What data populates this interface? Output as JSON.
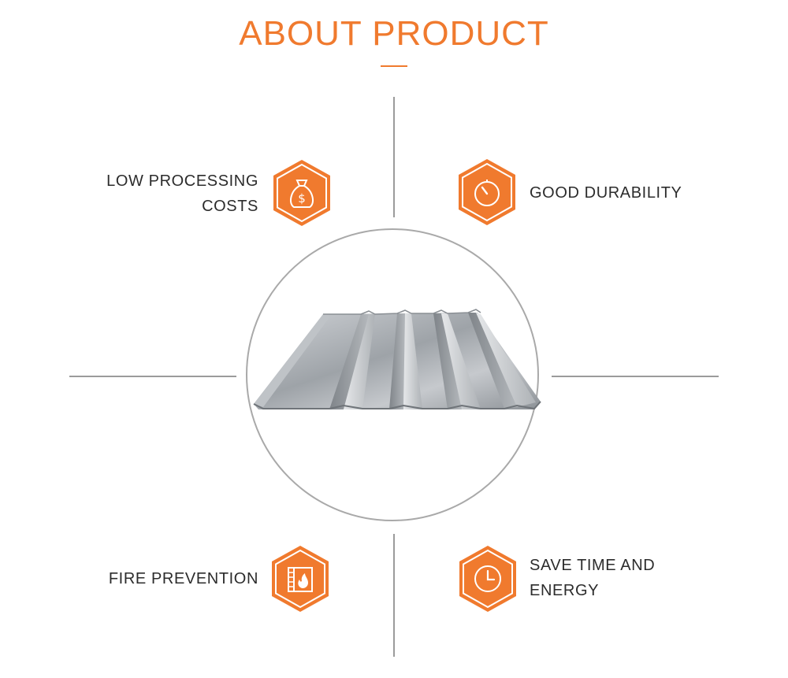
{
  "header": {
    "title": "ABOUT PRODUCT"
  },
  "features": [
    {
      "lines": [
        "LOW PROCESSING",
        "COSTS"
      ],
      "icon": "money-bag-icon"
    },
    {
      "lines": [
        "GOOD DURABILITY"
      ],
      "icon": "gauge-icon"
    },
    {
      "lines": [
        "FIRE PREVENTION"
      ],
      "icon": "fire-icon"
    },
    {
      "lines": [
        "SAVE TIME AND",
        "ENERGY"
      ],
      "icon": "clock-icon"
    }
  ],
  "colors": {
    "accent": "#f07a2e",
    "line": "#9b9b9b",
    "text": "#2c2c2c"
  }
}
